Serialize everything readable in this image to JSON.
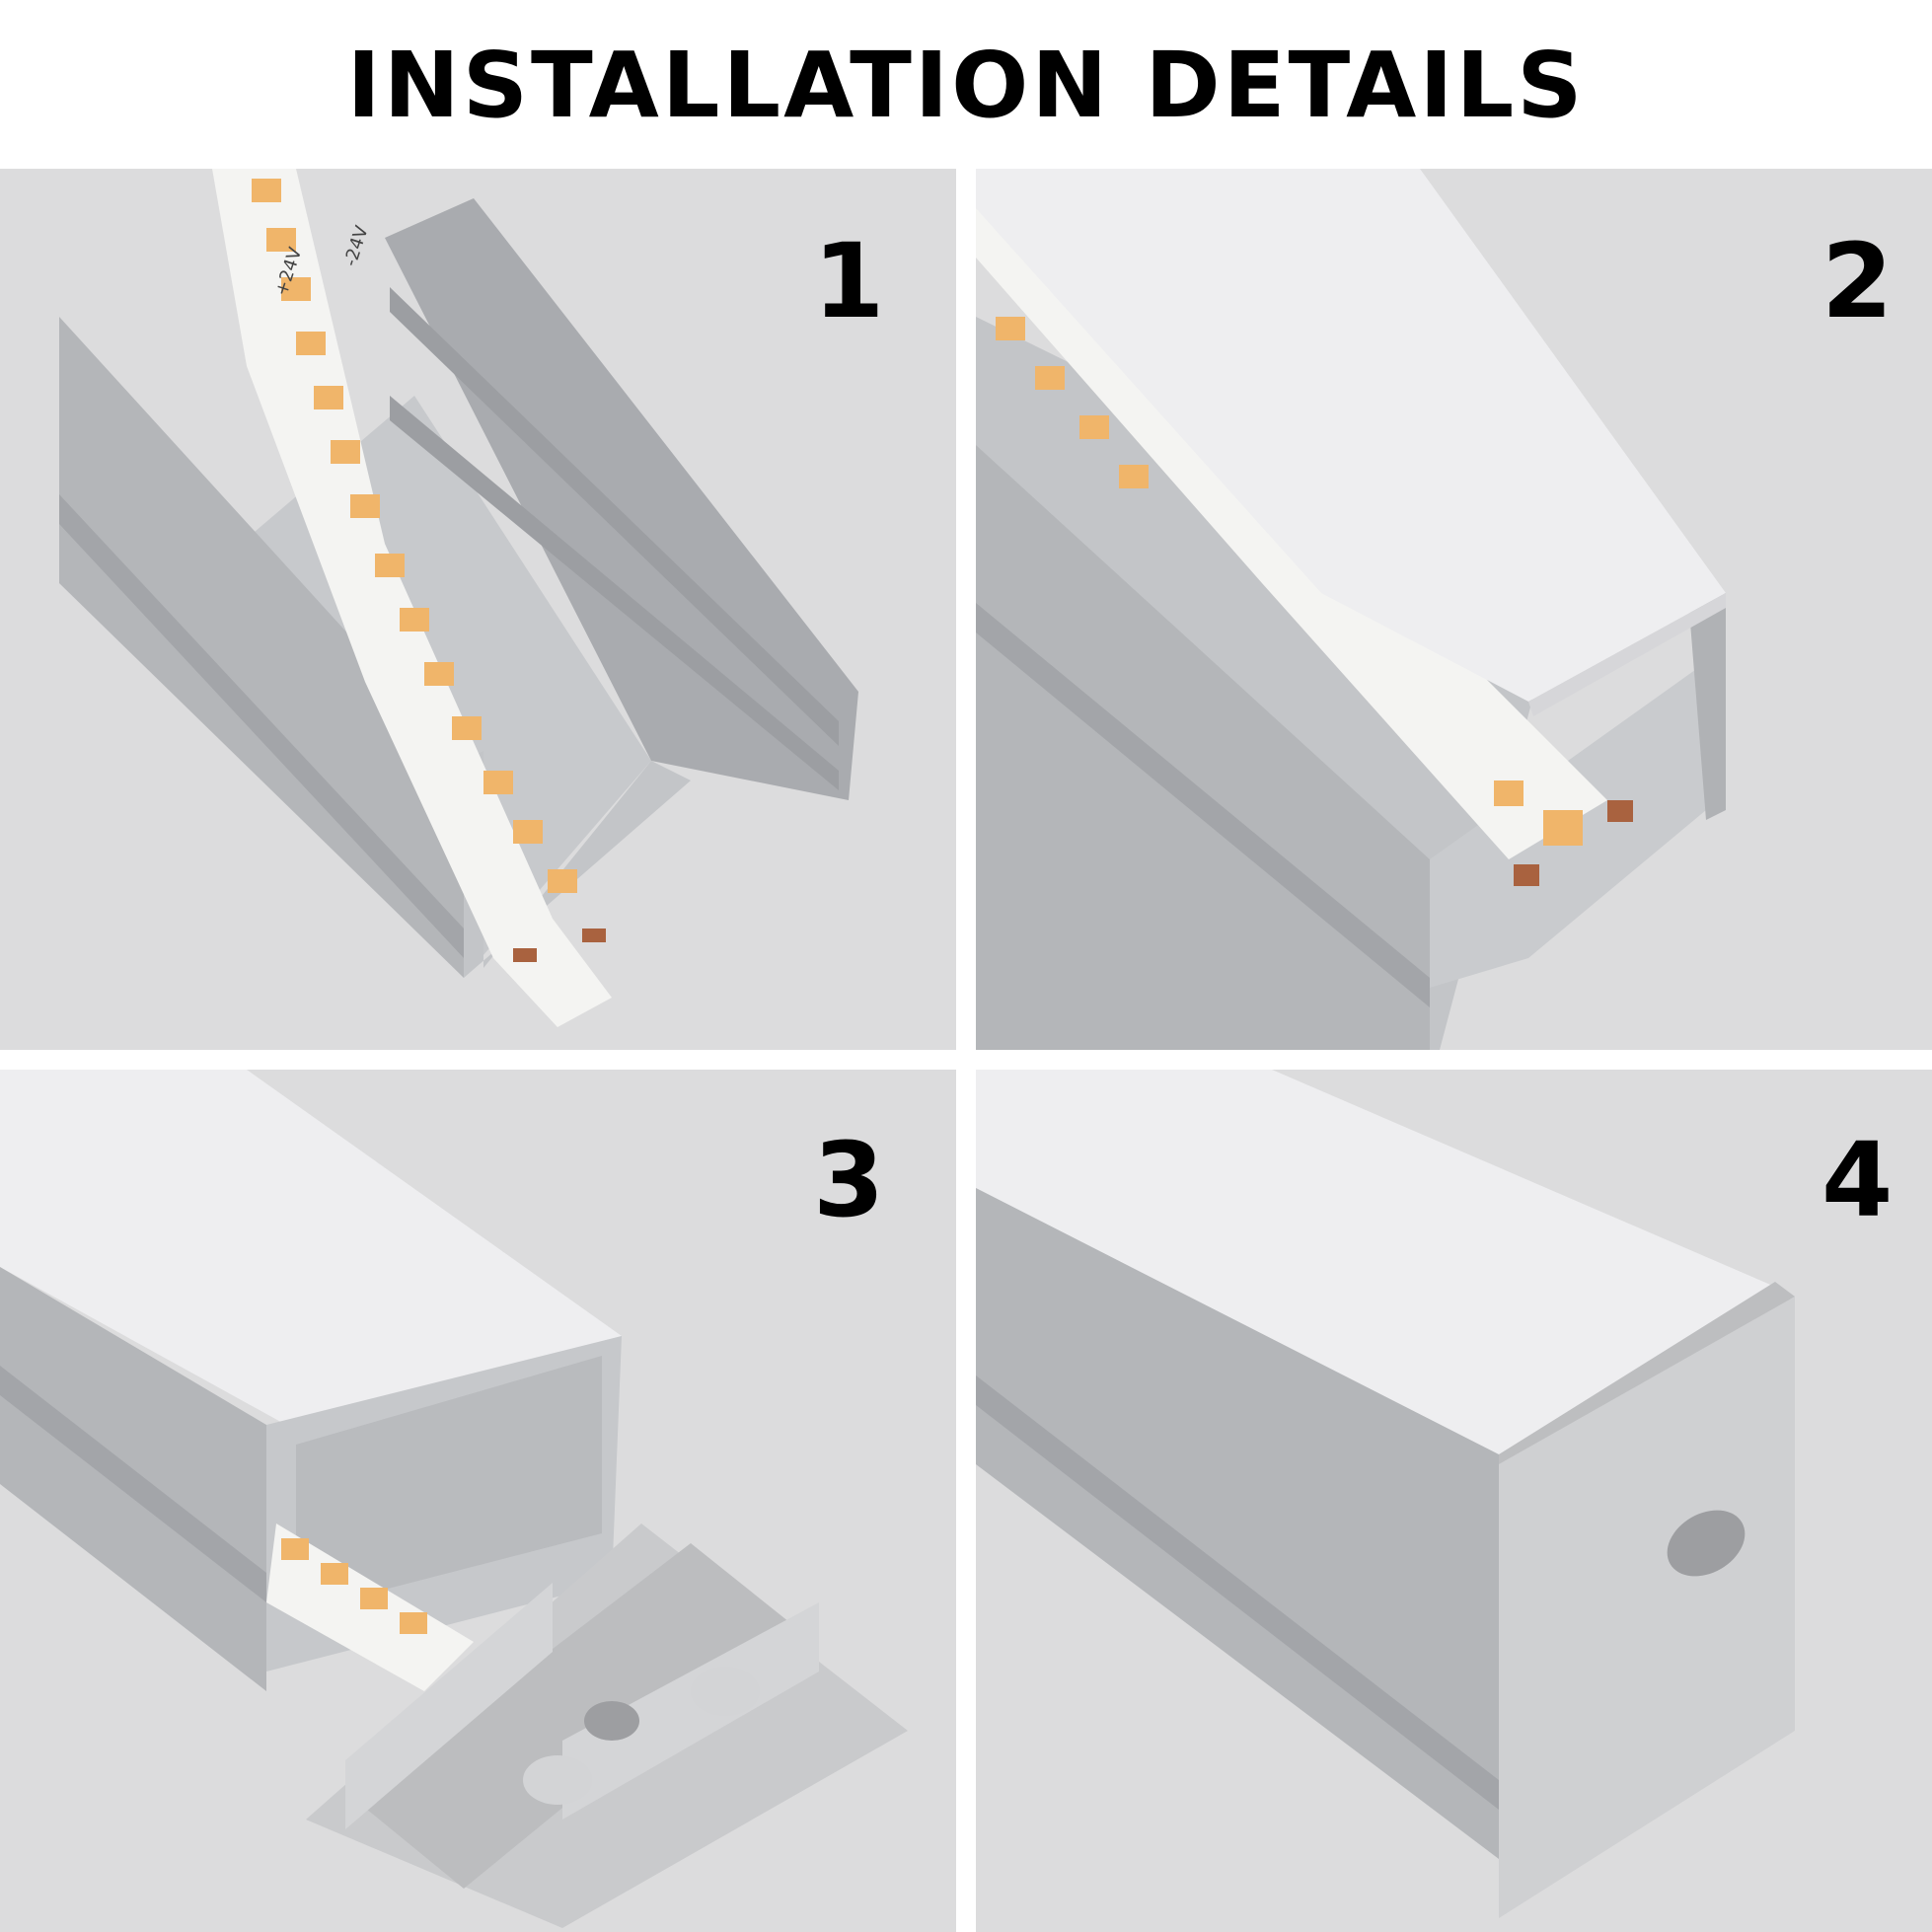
{
  "title": "INSTALLATION DETAILS",
  "steps": [
    {
      "number": "1"
    },
    {
      "number": "2"
    },
    {
      "number": "3"
    },
    {
      "number": "4"
    }
  ],
  "strip_labels": {
    "plus": "+24V",
    "minus": "-24V"
  },
  "colors": {
    "background": "#ffffff",
    "surface": "#dcdcdd",
    "aluminium": "#b9bbbe",
    "diffuser": "#eeeef0",
    "end_cap": "#c9cacc",
    "led": "#f0b56a",
    "pcb": "#f4f4f2",
    "copper_pad": "#a9623f"
  }
}
